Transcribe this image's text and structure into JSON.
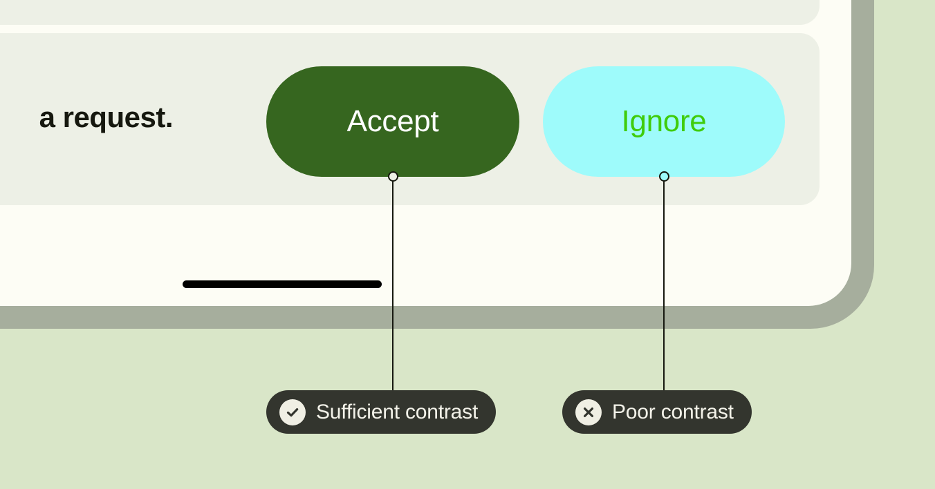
{
  "theme": {
    "page_background": "#d9e6c8",
    "device_border": "#a6ae9d",
    "card_background": "#fdfdf5",
    "panel_background": "#edf0e6",
    "chip_background": "#33352e",
    "chip_text": "#f3f2e9",
    "badge_background": "#f0efe4",
    "home_indicator": "#000000"
  },
  "card": {
    "message_fragment": "a request.",
    "buttons": [
      {
        "id": "accept",
        "label": "Accept",
        "background": "#36661f",
        "text_color": "#ffffff",
        "contrast_rating": "sufficient"
      },
      {
        "id": "ignore",
        "label": "Ignore",
        "background": "#9efbfb",
        "text_color": "#3fcc0b",
        "contrast_rating": "poor"
      }
    ]
  },
  "annotations": [
    {
      "id": "sufficient",
      "label": "Sufficient contrast",
      "icon": "check-circle-icon",
      "target": "accept"
    },
    {
      "id": "poor",
      "label": "Poor contrast",
      "icon": "x-circle-icon",
      "target": "ignore"
    }
  ]
}
